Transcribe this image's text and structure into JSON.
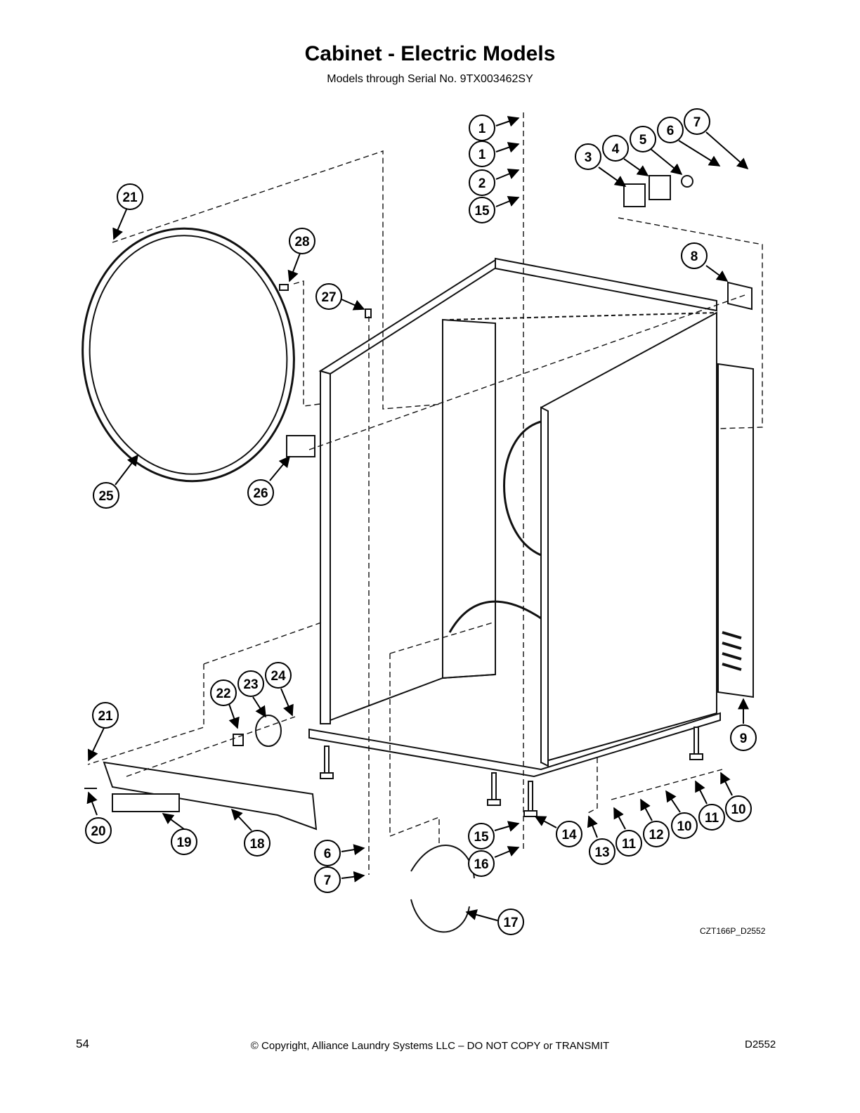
{
  "header": {
    "title": "Cabinet - Electric Models",
    "subtitle": "Models through Serial No. 9TX003462SY"
  },
  "callouts": [
    "1",
    "1",
    "2",
    "15",
    "3",
    "4",
    "5",
    "6",
    "7",
    "8",
    "21",
    "28",
    "27",
    "25",
    "26",
    "9",
    "21",
    "22",
    "23",
    "24",
    "20",
    "19",
    "18",
    "6",
    "7",
    "15",
    "16",
    "14",
    "13",
    "11",
    "12",
    "10",
    "11",
    "10",
    "17"
  ],
  "drawing_id": "CZT166P_D2552",
  "footer": {
    "page_number": "54",
    "copyright": "© Copyright, Alliance Laundry Systems LLC – DO NOT COPY or TRANSMIT",
    "doc_id": "D2552"
  }
}
